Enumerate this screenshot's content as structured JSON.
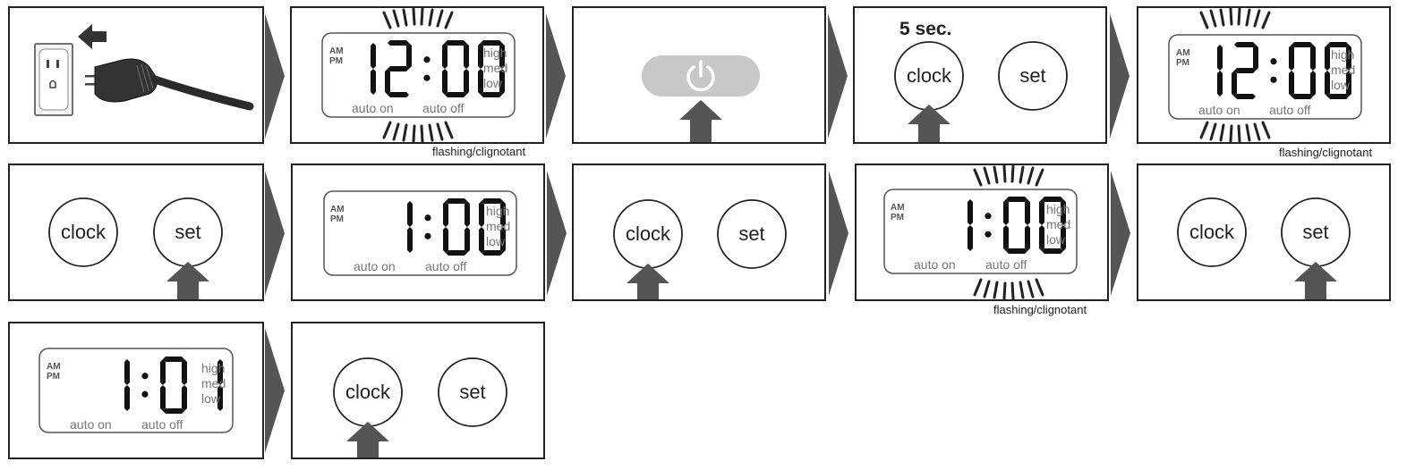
{
  "labels": {
    "flashing": "flashing/clignotant",
    "am": "AM",
    "pm": "PM",
    "high": "high",
    "med": "med",
    "low": "low",
    "auto_on": "auto on",
    "auto_off": "auto off",
    "clock": "clock",
    "set": "set",
    "hold": "5 sec."
  },
  "displays": {
    "d1": "12:00",
    "d2": "12:00",
    "d3": "1:00",
    "d4": "1:00",
    "d5": "1:01"
  },
  "icons": {
    "arrow": "up-arrow-icon",
    "power": "power-icon",
    "plug": "plug-outlet-icon",
    "chevron": "chevron-right-icon"
  },
  "colors": {
    "line": "#222222",
    "arrow": "#555555",
    "power_button": "#c8c8c8",
    "lcd_text": "#777777"
  }
}
